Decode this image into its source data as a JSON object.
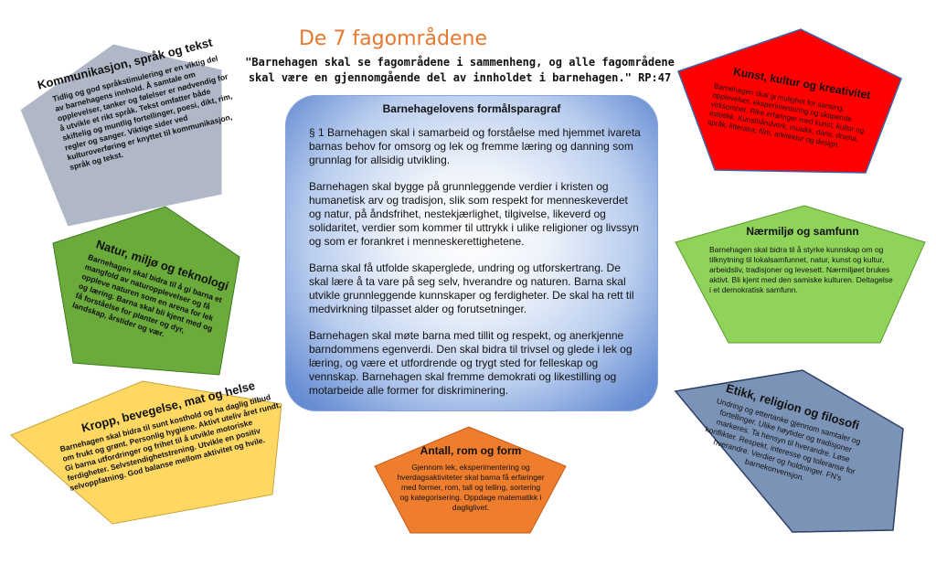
{
  "title": "De 7 fagområdene",
  "quote": "\"Barnehagen skal se fagområdene i sammenheng, og alle fagområdene skal være en gjennomgående del av innholdet i barnehagen.\" RP:47",
  "center": {
    "title": "Barnehagelovens formålsparagraf",
    "paragraphs": [
      "§ 1 Barnehagen skal i samarbeid og forståelse med hjemmet ivareta barnas behov for omsorg og lek og fremme læring og danning som grunnlag for allsidig utvikling.",
      "Barnehagen skal bygge på grunnleggende verdier i kristen og humanetisk arv og tradisjon, slik som respekt for menneskeverdet og natur, på åndsfrihet, nestekjærlighet, tilgivelse, likeverd og solidaritet, verdier som kommer til uttrykk i ulike religioner og livssyn og som er forankret i menneskerettighetene.",
      "Barna skal få utfolde skaperglede, undring og utforskertrang. De skal lære å ta vare på seg selv, hverandre og naturen. Barna skal utvikle grunnleggende kunnskaper og ferdigheter. De skal ha rett til medvirkning tilpasset alder og forutsetninger.",
      "Barnehagen skal møte barna med tillit og respekt, og anerkjenne barndommens egenverdi. Den skal bidra til trivsel og glede i lek og læring, og være et utfordrende og trygt sted for felleskap og vennskap. Barnehagen skal fremme demokrati og likestilling og motarbeide alle former for diskriminering."
    ]
  },
  "areas": {
    "kommunikasjon": {
      "title": "Kommunikasjon, språk og tekst",
      "text": "Tidlig og god språkstimulering er en viktig del av barnehagens innhold. Å samtale om opplevelser, tanker og følelser er nødvendig for å utvikle et rikt språk. Tekst omfatter både skiftelig og muntlig fortellinger, poesi, dikt, rim, regler og sanger. Viktige sider ved kulturoverføring er knyttet til kommunikasjon, språk og tekst.",
      "color": "#b0b8c8"
    },
    "natur": {
      "title": "Natur, miljø og teknologi",
      "text": "Barnehagen skal bidra til å gi barna et mangfold av naturopplevelser og få oppleve naturen som en arena for lek og læring. Barna skal bli kjent med og få forståelse for planter og dyr, landskap, årstider og vær.",
      "color": "#6aab3b"
    },
    "kropp": {
      "title": "Kropp, bevegelse, mat og helse",
      "text": "Barnehagen skal bidra til sunt kosthold og ha daglig tilbud om frukt og grønt. Personlig hygiene. Aktivt uteliv året rundt. Gi barna utfordringer og frihet til å utvikle motoriske ferdigheter. Selvstendighetstrening. Utvikle en positiv selvoppfatning. God balanse mellom aktivitet og hvile.",
      "color": "#fed862"
    },
    "antall": {
      "title": "Antall, rom og form",
      "text": "Gjennom lek, eksperimentering og hverdagsaktiviteter skal barna få erfaringer med former, rom, tall og telling, sortering og kategorisering. Oppdage matematikk i dagliglivet.",
      "color": "#ee7d2e"
    },
    "kunst": {
      "title": "Kunst, kultur og kreativitet",
      "text": "Barnehagen skal gi mulighet for sansing, opplevelser, eksperimentering og skapende virksomhet. Rike erfaringer med kunst, kultur og estetikk. Kunsthåndverk, musikk, dans, drama, språk, litteratur, film, arkitektur og design.",
      "color": "#ff0000"
    },
    "narmiljo": {
      "title": "Nærmiljø og samfunn",
      "text": "Barnehagen skal bidra til å styrke kunnskap om og tilknytning til lokalsamfunnet, natur, kunst og kultur, arbeidsliv, tradisjoner og levesett. Nærmiljøet brukes aktivt. Bli kjent med den samiske kulturen. Deltagelse i et demokratisk samfunn.",
      "color": "#8fd35b"
    },
    "etikk": {
      "title": "Etikk, religion og filosofi",
      "text": "Undring og ettertanke gjennom samtaler og fortellinger. Ulike høytider og tradisjoner markeres. Ta hensyn til hverandre. Løse konflikter. Respekt, interesse og toleranse for hverandre. Verdier og holdninger. FN's barnekonvensjon.",
      "color": "#7c93b8"
    }
  }
}
